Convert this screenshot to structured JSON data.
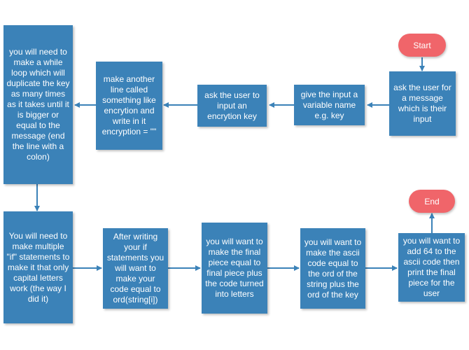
{
  "diagram": {
    "start_label": "Start",
    "end_label": "End",
    "steps": [
      "ask the user for a message which is their input",
      "give the input a variable name e.g. key",
      "ask the user to input an encrytion key",
      "make another line called something like encrytion and write in it encryption = \"\"",
      "you will need to make a while loop which will duplicate the key as many times as it takes until it is bigger or equal to the message (end the line with a colon)",
      "You will need to make multiple \"if\" statements to make it that only capital letters work (the way I did it)",
      "After writing your if statements you will want to make your code equal to ord(string[i])",
      "you will want to make the final piece equal to final piece plus the code turned into letters",
      "you will want to make the ascii code equal to the ord of the string plus the ord of the key",
      "you will want to add 64 to the ascii code then print the final piece for the user"
    ],
    "colors": {
      "box": "#3b82b8",
      "terminal": "#f0656a",
      "connector": "#3b82b8"
    }
  }
}
